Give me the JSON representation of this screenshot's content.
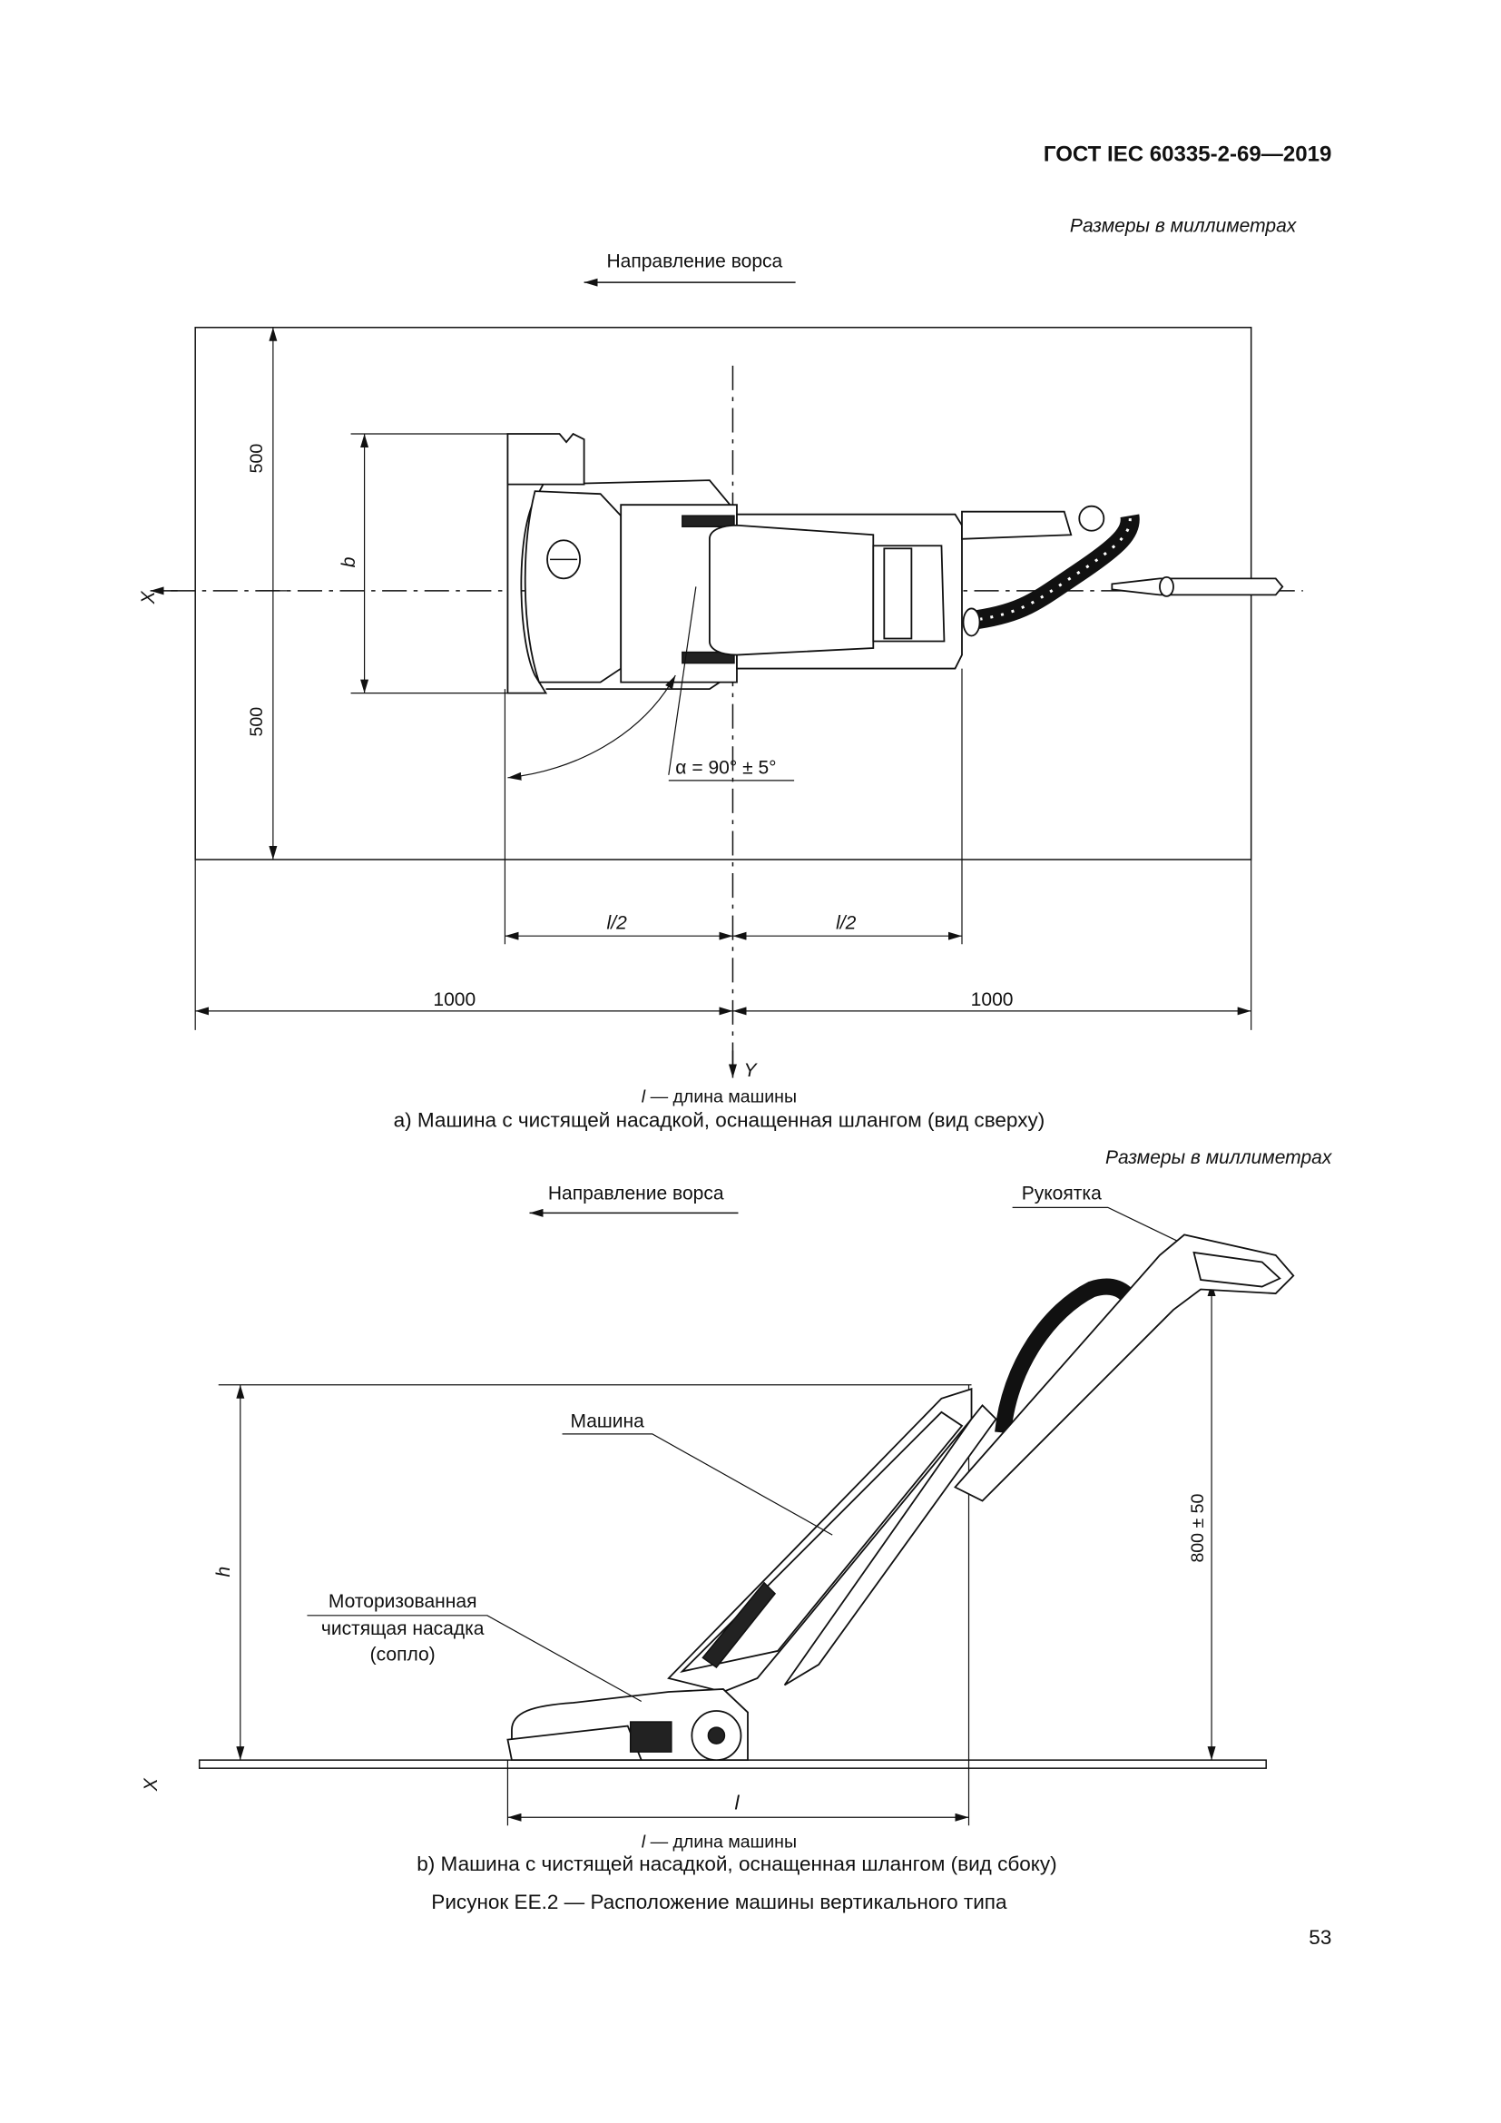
{
  "header": {
    "standard": "ГОСТ IEC 60335-2-69—2019"
  },
  "figure_a": {
    "units_note": "Размеры в миллиметрах",
    "pile_direction": "Направление ворса",
    "axis_x": "X",
    "axis_y": "Y",
    "dim_500_top": "500",
    "dim_500_bottom": "500",
    "dim_b": "b",
    "angle": "α = 90° ± 5°",
    "dim_half_left": "l/2",
    "dim_half_right": "l/2",
    "dim_1000_left": "1000",
    "dim_1000_right": "1000",
    "legend_symbol": "l",
    "legend_text": " — длина машины",
    "caption": "а)  Машина с чистящей насадкой, оснащенная шлангом (вид сверху)"
  },
  "figure_b": {
    "units_note": "Размеры в миллиметрах",
    "pile_direction": "Направление ворса",
    "handle_label": "Рукоятка",
    "machine_label": "Машина",
    "nozzle_label_1": "Моторизованная",
    "nozzle_label_2": "чистящая насадка",
    "nozzle_label_3": "(сопло)",
    "axis_x": "X",
    "dim_h": "h",
    "dim_height": "800 ± 50",
    "dim_l": "l",
    "legend_symbol": "l",
    "legend_text": " — длина машины",
    "caption": "b)  Машина с чистящей насадкой, оснащенная шлангом (вид сбоку)"
  },
  "figure_caption": "Рисунок ЕЕ.2 — Расположение машины вертикального типа",
  "page_number": "53"
}
